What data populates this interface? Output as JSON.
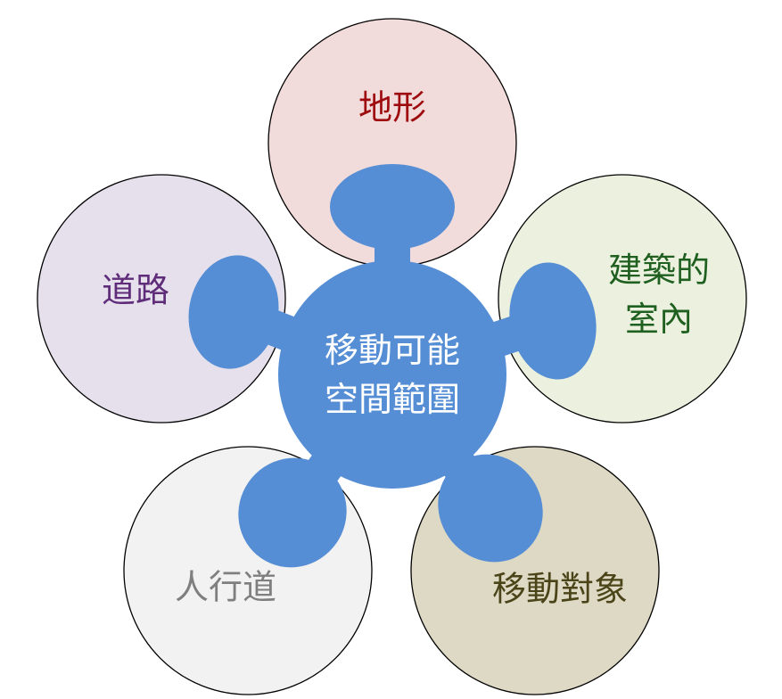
{
  "diagram": {
    "center": {
      "lines": [
        "移動可能",
        "空間範圍"
      ],
      "color": "#558ED5"
    },
    "nodes": [
      {
        "id": "terrain",
        "lines": [
          "地形"
        ],
        "fill": "#F2DCDB",
        "text_color": "#9E0B0F"
      },
      {
        "id": "building-interior",
        "lines": [
          "建築的",
          "室內"
        ],
        "fill": "#EBF1DE",
        "text_color": "#1F5F1F"
      },
      {
        "id": "moving-object",
        "lines": [
          "移動對象"
        ],
        "fill": "#DDD9C4",
        "text_color": "#4A4418"
      },
      {
        "id": "sidewalk",
        "lines": [
          "人行道"
        ],
        "fill": "#F2F2F2",
        "text_color": "#7F7F7F"
      },
      {
        "id": "road",
        "lines": [
          "道路"
        ],
        "fill": "#E5E0EC",
        "text_color": "#5F2C7A"
      }
    ]
  }
}
